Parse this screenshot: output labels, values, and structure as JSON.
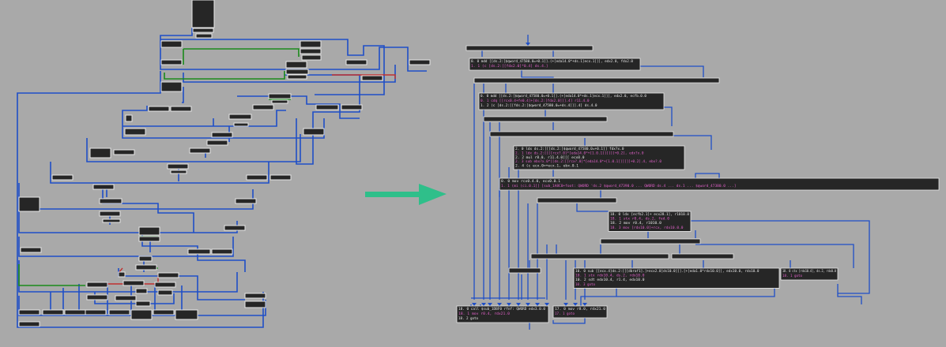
{
  "colors": {
    "background": "#a9a9a9",
    "edge_blue": "#1f4fc7",
    "edge_green": "#1a8a1a",
    "edge_red": "#c03030",
    "node_fill": "#262626",
    "node_border": "#e8e8e8",
    "arrow": "#2fbf8a",
    "text_pink": "#e060c8",
    "text_light": "#e6e6e6",
    "text_yellow": "#e8d080"
  },
  "arrow_icon": "right-arrow-icon",
  "right_graph": {
    "nodes": [
      {
        "id": "n1",
        "lines": [
          "0. 0 mdd   [[ds.2:[$qword_47580.0=+0.1]].(+[eda14.0*+ds.1]ecx.1]]], edx2.0, fdx2.0",
          "1. 1 (c    [ds.2:[[fdx2.0]*0.4]  ds.4.]"
        ]
      },
      {
        "id": "n2",
        "lines": [
          "0. 0 mdd   [[ds.2:[$qword_47580.0=+0.1]].(+[eda14.0*+ds.1]ecx.1]]], edx2.0, ecfb.0.0",
          "0. 1 cdq    [[rcx0.4+fe0.4]+[ds.2:[fdx2.0]]].4] r11.4.0",
          "1. 2 (c    [ds.2:[[fds.2:[$qword_47580.0=+ds.4]]].4] ds.4.0"
        ]
      },
      {
        "id": "n3",
        "lines": [
          "2. 0 ldx    ds.2:[[[ds.2:[$qword_47580.0=+0.1]] fdx?x.0",
          "2. 1 ldx    ds.2:[[[[rcx?.0]*[eda14.0*+[1.0.1]]]]]]+0.2], edx?x.0",
          "2. 2 mul    r8.0, r11.4.0[[[ ecx0.0",
          "2. 3 sub    ebx?x.0*[[ds.2:[[rcx?.0]*[eda14.0*+[1.0.1]]]]]]+0.2].4, ebx?.0",
          "2. 4 (c    ecx.0=+ecx.1, ebx.0.1"
        ]
      },
      {
        "id": "n4",
        "lines": [
          "0. 0 mov    rcx0.4.0, ecx0.0.1",
          "1. 1 (mi   (ci.0.1]] [sub_1A8C0+foot: QWORD 'ds.2  $qword_47390.0  ...  QWORD ds.4  ...  ds.1  ...  $qword_47380.0 ...]"
        ]
      },
      {
        "id": "n5",
        "lines": [
          "18. 0 ldx    [ecfb2.1]+ ecx28.1], r1010.0",
          "18. 1 stx    r0.4, ds.2, fed.0",
          "18. 2 mov    r0.4, r1010.0",
          "18. 3 mov    [rdx10.0]+rcx, rdx10.0.0"
        ]
      },
      {
        "id": "n6",
        "lines": [
          "10. 0 sub    [[ecx.4]ds.2:[[[dbraf1].]+ecx2.0]ds10.0]]].[+[eda1.0*rdx10.0]], edx10.0, rdx10.0",
          "10. 1 stx    rdx10.4, ds.2, rdx10.0",
          "10. 2 sdt    edx10.4, r1.4, edx10.0",
          "10. 3 goto"
        ]
      },
      {
        "id": "n7",
        "lines": [
          "18. 0 ctx    [rdx10.4], ds.2, rdx0.0",
          "18. 1 goto"
        ]
      },
      {
        "id": "n8",
        "lines": [
          "18. 0 call   $sub_1DBF0 rfnf: QWORD edx3.0.0",
          "18. 1 mov    r0.4, rdx21.0",
          "18. 2 goto"
        ]
      },
      {
        "id": "n9",
        "lines": [
          "17. 0 mov    r8.0, rdx21.0",
          "17. 1 goto"
        ]
      }
    ]
  }
}
